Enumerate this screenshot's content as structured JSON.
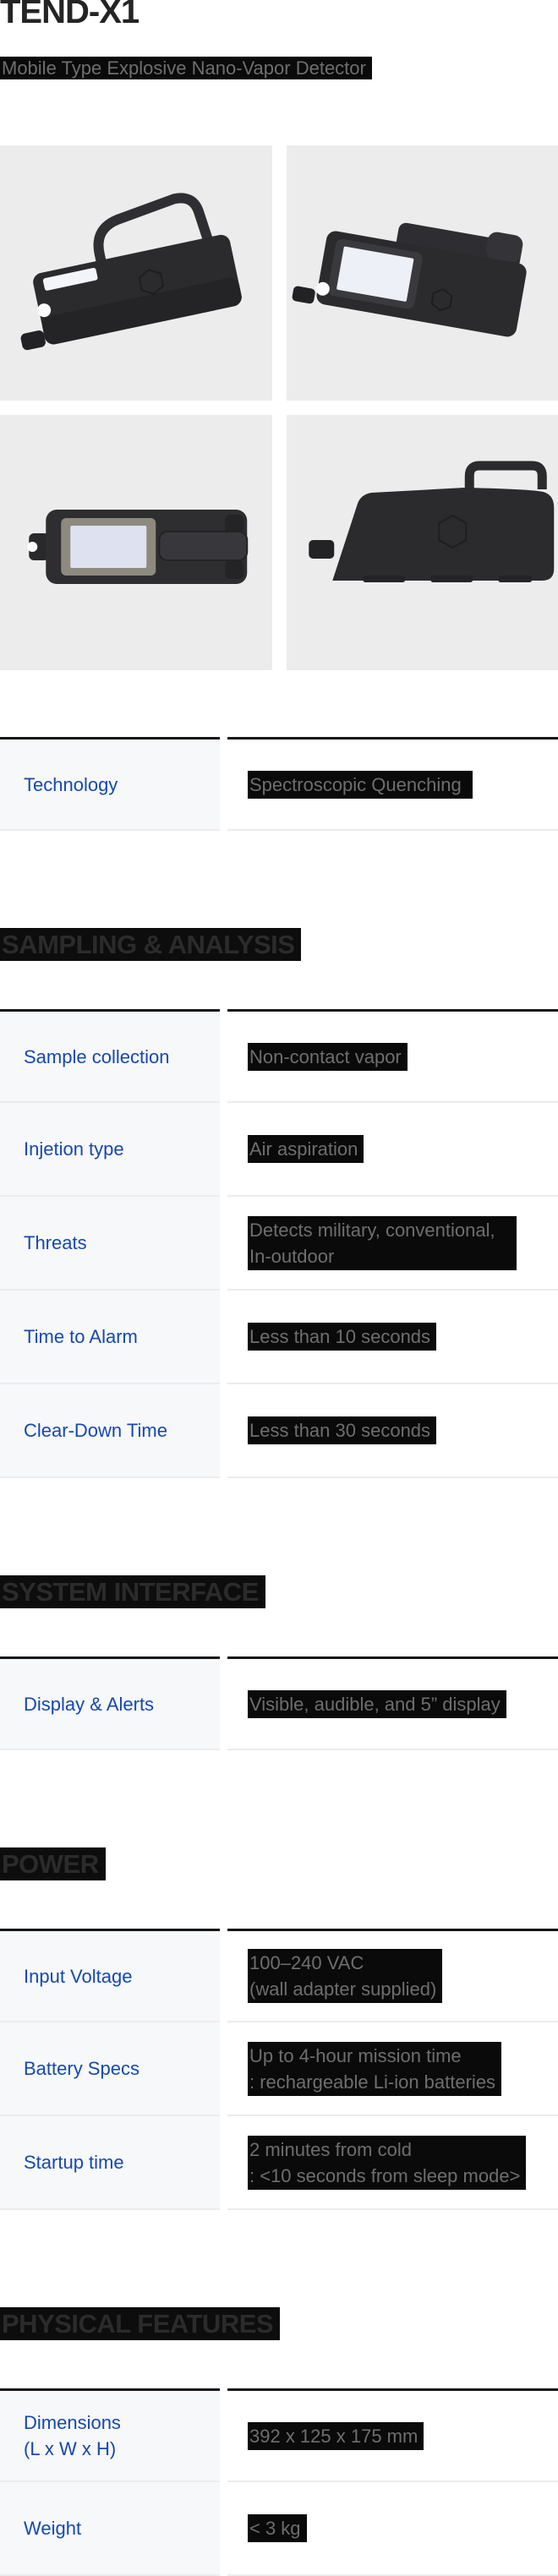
{
  "page": {
    "title": "TEND-X1",
    "subtitle": "Mobile Type Explosive Nano-Vapor Detector"
  },
  "gallery": {
    "images": [
      {
        "name": "detector-angled-left-view"
      },
      {
        "name": "detector-angled-right-view"
      },
      {
        "name": "detector-top-view"
      },
      {
        "name": "detector-side-view"
      }
    ]
  },
  "sections": [
    {
      "rows": [
        {
          "label": "Technology",
          "value": "Spectroscopic Quenching "
        }
      ]
    },
    {
      "heading": "SAMPLING & ANALYSIS",
      "rows": [
        {
          "label": "Sample collection",
          "value": "Non-contact vapor"
        },
        {
          "label": "Injetion type",
          "value": "Air aspiration"
        },
        {
          "label": "Threats",
          "value": "Detects military, conventional,   \nIn-outdoor"
        },
        {
          "label": "Time to Alarm",
          "value": "Less than 10 seconds"
        },
        {
          "label": "Clear-Down Time",
          "value": "Less than 30 seconds"
        }
      ]
    },
    {
      "heading": "SYSTEM INTERFACE",
      "rows": [
        {
          "label": "Display & Alerts",
          "value": "Visible, audible, and 5” display"
        }
      ]
    },
    {
      "heading": "POWER",
      "rows": [
        {
          "label": "Input Voltage",
          "value": "100–240 VAC           \n(wall adapter supplied)"
        },
        {
          "label": "Battery Specs",
          "value": "Up to 4-hour mission time  \n: rechargeable Li-ion batteries"
        },
        {
          "label": "Startup time",
          "value": "2 minutes from cold             \n: <10 seconds from sleep mode>"
        }
      ]
    },
    {
      "heading": "PHYSICAL FEATURES",
      "rows": [
        {
          "label": "Dimensions\n(L x W x H)",
          "value": "392 x 125 x 175 mm"
        },
        {
          "label": "Weight",
          "value": "< 3 kg"
        }
      ]
    }
  ],
  "colors": {
    "accent_blue": "#1648b0",
    "highlight_bg": "#0a0a0a",
    "highlight_text": "#6e6e6e",
    "heading_text": "#2b2b2b",
    "table_top_border": "#161616",
    "label_cell_bg": "#f7f8f9",
    "image_bg": "#ececec",
    "device_body": "#2b2b2e"
  }
}
